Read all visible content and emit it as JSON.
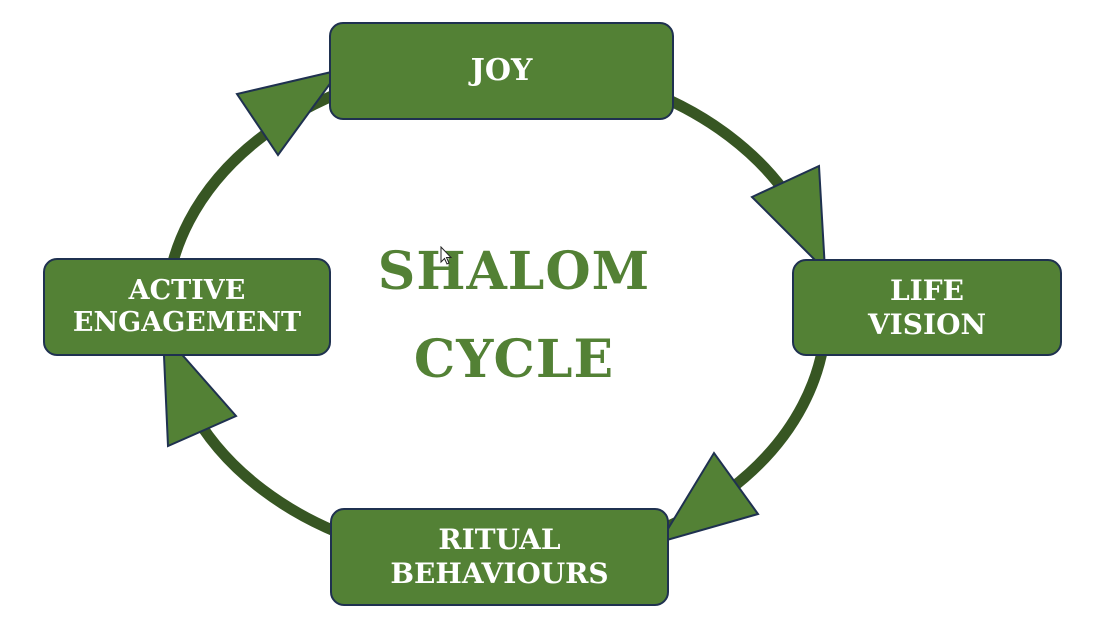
{
  "diagram": {
    "title_lines": [
      "SHALOM",
      "CYCLE"
    ],
    "nodes": [
      {
        "id": "joy",
        "lines": [
          "JOY"
        ]
      },
      {
        "id": "life-vision",
        "lines": [
          "LIFE",
          "VISION"
        ]
      },
      {
        "id": "ritual-behaviours",
        "lines": [
          "RITUAL",
          "BEHAVIOURS"
        ]
      },
      {
        "id": "active-engagement",
        "lines": [
          "ACTIVE",
          "ENGAGEMENT"
        ]
      }
    ],
    "colors": {
      "node_fill": "#538135",
      "node_border": "#1f3150",
      "node_text": "#ffffff",
      "title_text": "#538135",
      "cycle_line": "#375623",
      "arrow_fill": "#538135",
      "arrow_border": "#1f3150"
    }
  }
}
